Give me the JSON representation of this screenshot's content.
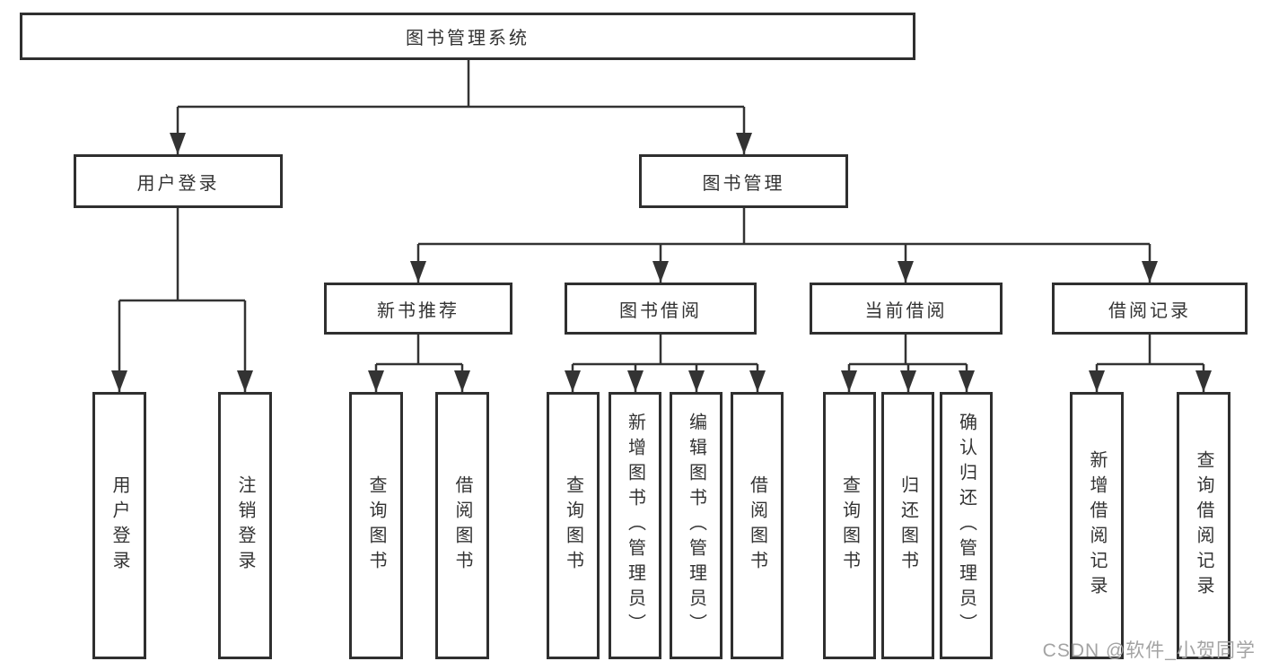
{
  "diagram": {
    "root": {
      "label": "图书管理系统"
    },
    "level2": [
      {
        "label": "用户登录"
      },
      {
        "label": "图书管理"
      }
    ],
    "level3": [
      {
        "label": "新书推荐"
      },
      {
        "label": "图书借阅"
      },
      {
        "label": "当前借阅"
      },
      {
        "label": "借阅记录"
      }
    ],
    "leaves": {
      "login": [
        "用户登录",
        "注销登录"
      ],
      "recommend": [
        "查询图书",
        "借阅图书"
      ],
      "borrow": [
        "查询图书",
        "新增图书（管理员）",
        "编辑图书（管理员）",
        "借阅图书"
      ],
      "current": [
        "查询图书",
        "归还图书",
        "确认归还（管理员）"
      ],
      "records": [
        "新增借阅记录",
        "查询借阅记录"
      ]
    }
  },
  "watermark": "CSDN @软件_小贺同学",
  "colors": {
    "line": "#333333",
    "box_border": "#2f2f2f",
    "box_fill": "#ffffff",
    "text": "#333333",
    "watermark": "#a3a3a3",
    "background": "#ffffff"
  }
}
